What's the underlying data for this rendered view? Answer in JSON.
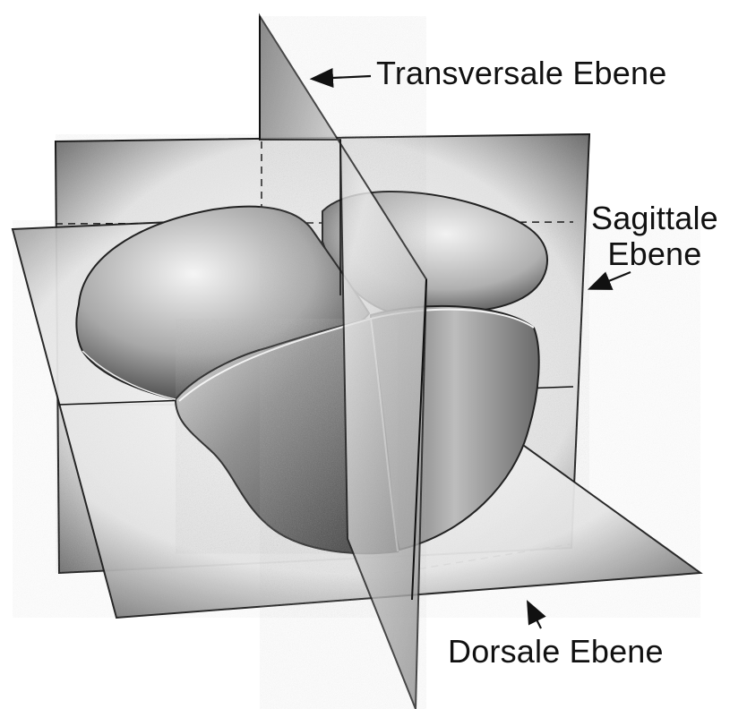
{
  "labels": {
    "transversal": "Transversale Ebene",
    "sagittal_line1": "Sagittale",
    "sagittal_line2": "Ebene",
    "dorsal": "Dorsale Ebene"
  },
  "colors": {
    "ink": "#111111",
    "background": "#ffffff",
    "plane_shade": "#6f6f6f",
    "organ_dark": "#4a4a4a",
    "organ_light": "#d9d9d9"
  }
}
